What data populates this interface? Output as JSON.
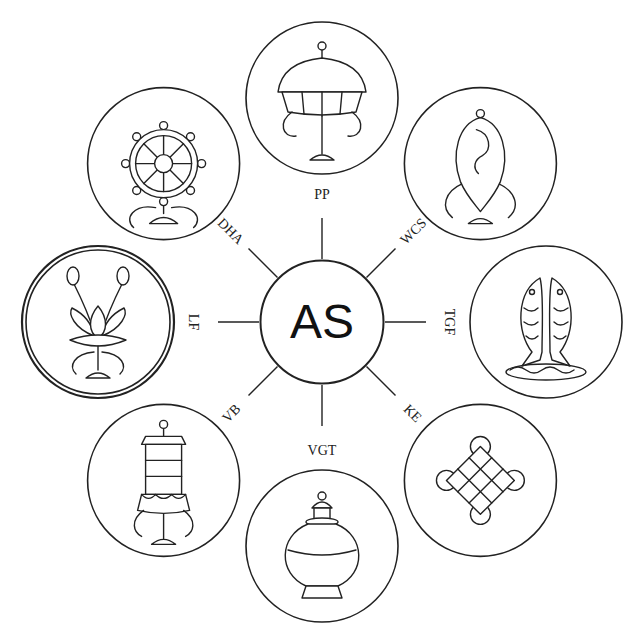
{
  "diagram": {
    "nodes": [
      {
        "text": [
          "AS"
        ]
      }
    ],
    "labels": [
      "PP",
      "WCS",
      "TGF",
      "KE",
      "VGT",
      "VB",
      "LF",
      "DHA"
    ]
  }
}
